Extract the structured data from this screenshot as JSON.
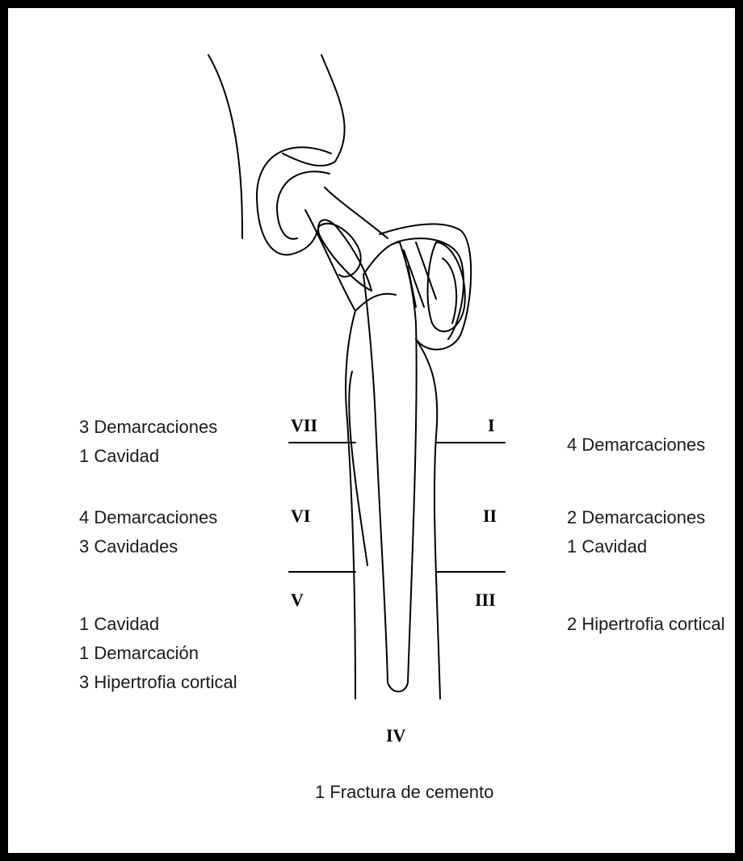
{
  "colors": {
    "ink": "#000000",
    "text": "#1a1a1a",
    "background": "#ffffff"
  },
  "zones": {
    "z1": "I",
    "z2": "II",
    "z3": "III",
    "z4": "IV",
    "z5": "V",
    "z6": "VI",
    "z7": "VII"
  },
  "annotations": {
    "zone1": [
      "4  Demarcaciones"
    ],
    "zone2": [
      "2  Demarcaciones",
      "1  Cavidad"
    ],
    "zone3": [
      "2  Hipertrofia cortical"
    ],
    "zone4": [
      "1  Fractura de cemento"
    ],
    "zone5": [
      "1  Cavidad",
      "1  Demarcación",
      "3  Hipertrofia cortical"
    ],
    "zone6": [
      "4  Demarcaciones",
      "3  Cavidades"
    ],
    "zone7": [
      "3  Demarcaciones",
      "1  Cavidad"
    ]
  }
}
